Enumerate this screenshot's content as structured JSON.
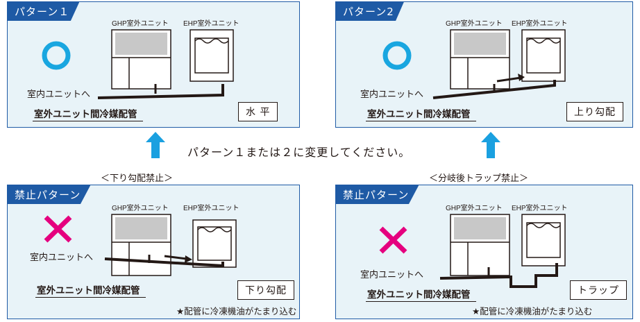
{
  "panels": [
    {
      "tag": "パターン１",
      "ghp": "GHP室外ユニット",
      "ehp": "EHP室外ユニット",
      "indoor": "室内ユニットへ",
      "pipe": "室外ユニット間冷媒配管",
      "kind": "水 平",
      "mark": "circle-icon"
    },
    {
      "tag": "パターン2",
      "ghp": "GHP室外ユニット",
      "ehp": "EHP室外ユニット",
      "indoor": "室内ユニットへ",
      "pipe": "室外ユニット間冷媒配管",
      "kind": "上り勾配",
      "mark": "circle-icon"
    },
    {
      "tag": "禁止パターン",
      "ghp": "GHP室外ユニット",
      "ehp": "EHP室外ユニット",
      "indoor": "室内ユニットへ",
      "pipe": "室外ユニット間冷媒配管",
      "kind": "下り勾配",
      "note": "★配管に冷凍機油がたまり込む",
      "mark": "cross-icon"
    },
    {
      "tag": "禁止パターン",
      "ghp": "GHP室外ユニット",
      "ehp": "EHP室外ユニット",
      "indoor": "室内ユニットへ",
      "pipe": "室外ユニット間冷媒配管",
      "kind": "トラップ",
      "note": "★配管に冷凍機油がたまり込む",
      "mark": "cross-icon"
    }
  ],
  "headings": {
    "left": "＜下り勾配禁止＞",
    "right": "＜分岐後トラップ禁止＞"
  },
  "instruction": "パターン１または２に変更してください。",
  "colors": {
    "accent": "#1e5aa5",
    "panel_bg": "#e8f3f8",
    "ok": "#19a6e0",
    "ng": "#e5007f",
    "arrow": "#1aa0e0"
  }
}
